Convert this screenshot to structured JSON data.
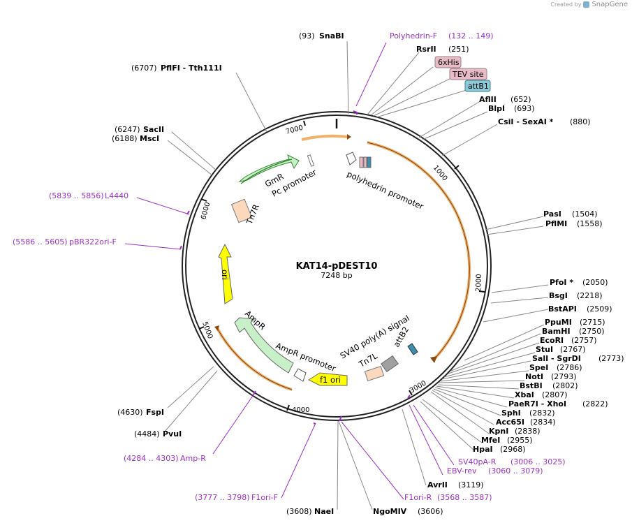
{
  "brand": {
    "created_by": "Created by",
    "name": "SnapGene"
  },
  "plasmid": {
    "name": "KAT14-pDEST10",
    "length_label": "7248 bp",
    "length": 7248
  },
  "ticks": [
    "1000",
    "2000",
    "3000",
    "4000",
    "5000",
    "6000",
    "7000"
  ],
  "sites_right": [
    {
      "name": "RsrII",
      "pos": "(251)"
    },
    {
      "name": "AflII",
      "pos": "(652)"
    },
    {
      "name": "BlpI",
      "pos": "(693)"
    },
    {
      "name": "CsiI   - SexAI *",
      "pos": "(880)"
    },
    {
      "name": "PasI",
      "pos": "(1504)"
    },
    {
      "name": "PflMI",
      "pos": "(1558)"
    },
    {
      "name": "PfoI *",
      "pos": "(2050)"
    },
    {
      "name": "BsgI",
      "pos": "(2218)"
    },
    {
      "name": "BstAPI",
      "pos": "(2509)"
    },
    {
      "name": "PpuMI",
      "pos": "(2715)"
    },
    {
      "name": "BamHI",
      "pos": "(2750)"
    },
    {
      "name": "EcoRI",
      "pos": "(2757)"
    },
    {
      "name": "StuI",
      "pos": "(2767)"
    },
    {
      "name": "SalI   - SgrDI",
      "pos": "(2773)"
    },
    {
      "name": "SpeI",
      "pos": "(2786)"
    },
    {
      "name": "NotI",
      "pos": "(2793)"
    },
    {
      "name": "BstBI",
      "pos": "(2802)"
    },
    {
      "name": "XbaI",
      "pos": "(2807)"
    },
    {
      "name": "PaeR7I   - XhoI",
      "pos": "(2822)"
    },
    {
      "name": "SphI",
      "pos": "(2832)"
    },
    {
      "name": "Acc65I",
      "pos": "(2834)"
    },
    {
      "name": "KpnI",
      "pos": "(2838)"
    },
    {
      "name": "MfeI",
      "pos": "(2955)"
    },
    {
      "name": "HpaI",
      "pos": "(2968)"
    },
    {
      "name": "AvrII",
      "pos": "(3119)"
    },
    {
      "name": "NgoMIV",
      "pos": "(3606)"
    }
  ],
  "sites_left": [
    {
      "pos": "(93)",
      "name": "SnaBI"
    },
    {
      "pos": "(6707)",
      "name": "PflFI   - Tth111I"
    },
    {
      "pos": "(6247)",
      "name": "SacII"
    },
    {
      "pos": "(6188)",
      "name": "MscI"
    },
    {
      "pos": "(4630)",
      "name": "FspI"
    },
    {
      "pos": "(4484)",
      "name": "PvuI"
    },
    {
      "pos": "(3608)",
      "name": "NaeI"
    }
  ],
  "primers": [
    {
      "name": "Polyhedrin-F",
      "range": "(132 .. 149)"
    },
    {
      "name": "SV40pA-R",
      "range": "(3006 .. 3025)"
    },
    {
      "name": "EBV-rev",
      "range": "(3060 .. 3079)"
    },
    {
      "name": "F1ori-R",
      "range": "(3568 .. 3587)"
    },
    {
      "name": "F1ori-F",
      "range": "(3777 .. 3798)"
    },
    {
      "name": "Amp-R",
      "range": "(4284 .. 4303)"
    },
    {
      "name": "pBR322ori-F",
      "range": "(5586 .. 5605)"
    },
    {
      "name": "L4440",
      "range": "(5839 .. 5856)"
    }
  ],
  "tags": [
    {
      "name": "6xHis",
      "color": "#e7bcc6"
    },
    {
      "name": "TEV site",
      "color": "#e7bcc6"
    },
    {
      "name": "attB1",
      "color": "#8ecad6"
    }
  ],
  "features": {
    "polyhedrin_promoter": "polyhedrin promoter",
    "gmr": "GmR",
    "pc_promoter": "Pc promoter",
    "tn7r": "Tn7R",
    "ori": "ori",
    "ampr": "AmpR",
    "ampr_promoter": "AmpR promoter",
    "f1_ori": "f1 ori",
    "tn7l": "Tn7L",
    "sv40": "SV40 poly(A) signal",
    "attb2": "attB2"
  },
  "colors": {
    "primer": "#9b30c8",
    "orf": "#f0a95a",
    "gmr": "#c8f0c8",
    "ori": "#ffff00",
    "tn7": "#fcd9bd",
    "sv40": "#a0a0a0",
    "attb2": "#3d8fb0"
  }
}
